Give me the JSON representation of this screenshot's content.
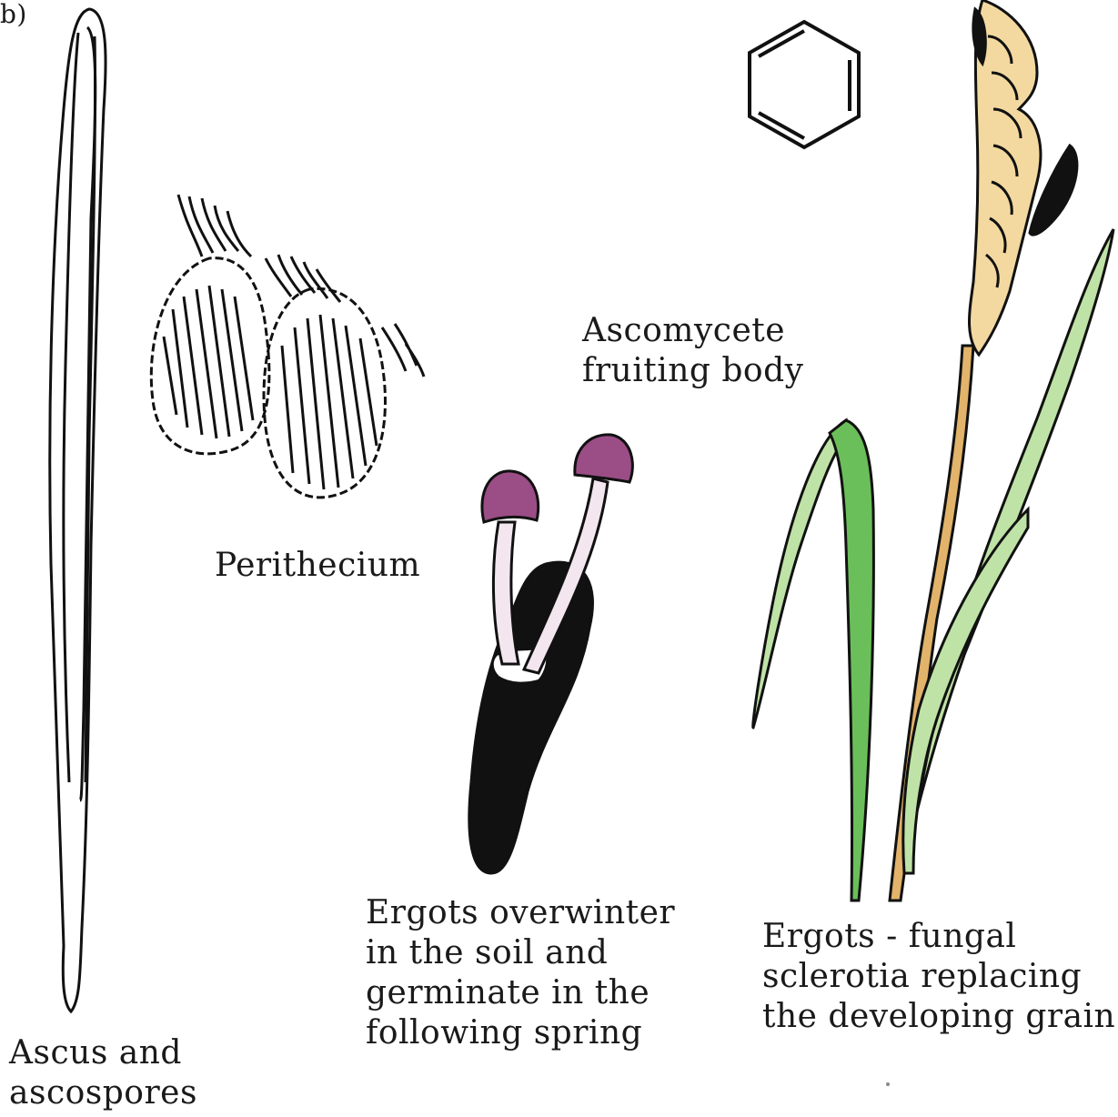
{
  "corner_label": "b)",
  "labels": {
    "ascus": [
      "Ascus and",
      "ascospores"
    ],
    "perithecium": [
      "Perithecium"
    ],
    "ascomycete": [
      "Ascomycete",
      "fruiting body"
    ],
    "overwinter": [
      "Ergots overwinter",
      "in the soil and",
      "germinate in the",
      "following spring"
    ],
    "ergots": [
      "Ergots - fungal",
      "sclerotia replacing",
      "the developing grain"
    ]
  },
  "colors": {
    "stroke": "#111111",
    "leaf_green": "#bfe3a6",
    "leaf_dark": "#6bbf5a",
    "grain_tan": "#f3d9a0",
    "stem_tan": "#e2b36a",
    "ergot_black": "#111111",
    "cap_purple": "#9b4d86",
    "stalk_pink": "#f3e6ef"
  }
}
